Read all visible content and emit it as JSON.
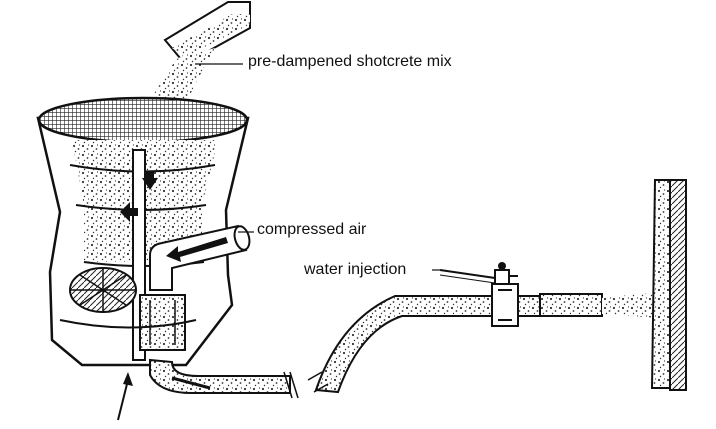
{
  "diagram": {
    "labels": {
      "mix": "pre-dampened shotcrete mix",
      "air": "compressed air",
      "water": "water injection"
    },
    "colors": {
      "ink": "#111111",
      "paper": "#ffffff",
      "speckle": "#333333"
    }
  }
}
